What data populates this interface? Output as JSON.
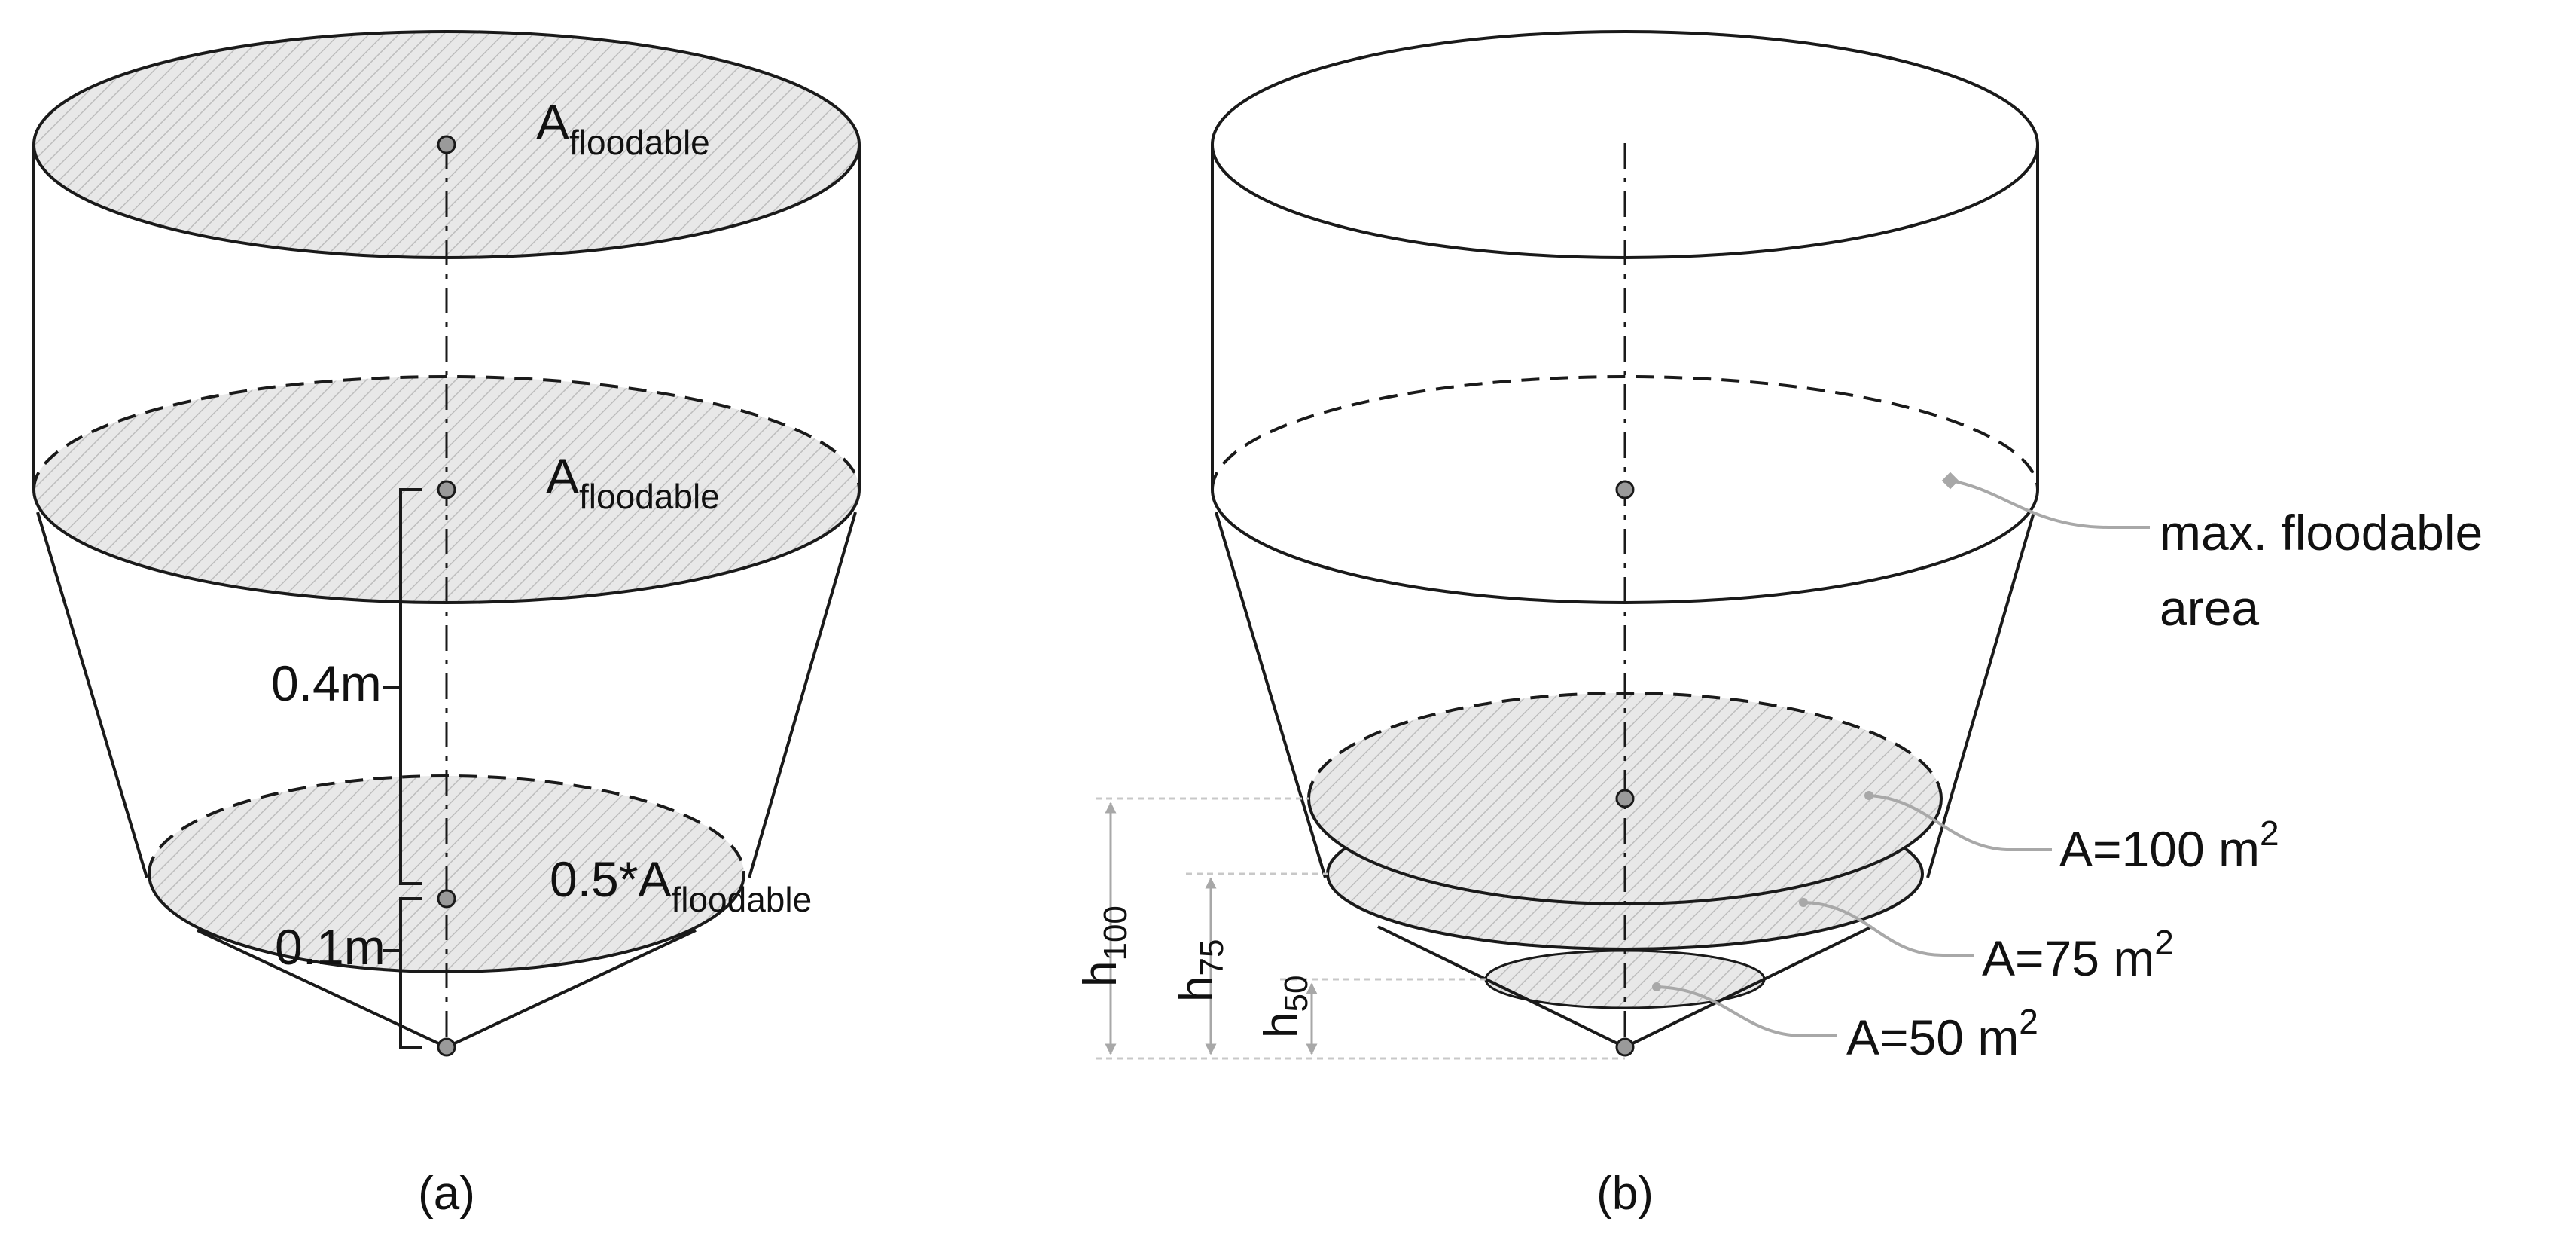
{
  "panel_a": {
    "caption": "(a)",
    "top_label": {
      "main": "A",
      "sub": "floodable"
    },
    "mid_label": {
      "main": "A",
      "sub": "floodable"
    },
    "low_label": {
      "main": "0.5*A",
      "sub": "floodable"
    },
    "dim_upper": "0.4m",
    "dim_lower": "0.1m"
  },
  "panel_b": {
    "caption": "(b)",
    "max_area_line1": "max. floodable",
    "max_area_line2": "area",
    "area_100": {
      "prefix": "A=100 m",
      "sup": "2"
    },
    "area_75": {
      "prefix": "A=75 m",
      "sup": "2"
    },
    "area_50": {
      "prefix": "A=50 m",
      "sup": "2"
    },
    "h100": {
      "main": "h",
      "sub": "100"
    },
    "h75": {
      "main": "h",
      "sub": "75"
    },
    "h50": {
      "main": "h",
      "sub": "50"
    }
  },
  "colors": {
    "line": "#1a1a1a",
    "hatch_fill": "#e8e8e8",
    "hatch_line": "#bdbdbd",
    "node_fill": "#9a9a9a",
    "leader": "#a8a8a8",
    "guide": "#c8c8c8"
  }
}
